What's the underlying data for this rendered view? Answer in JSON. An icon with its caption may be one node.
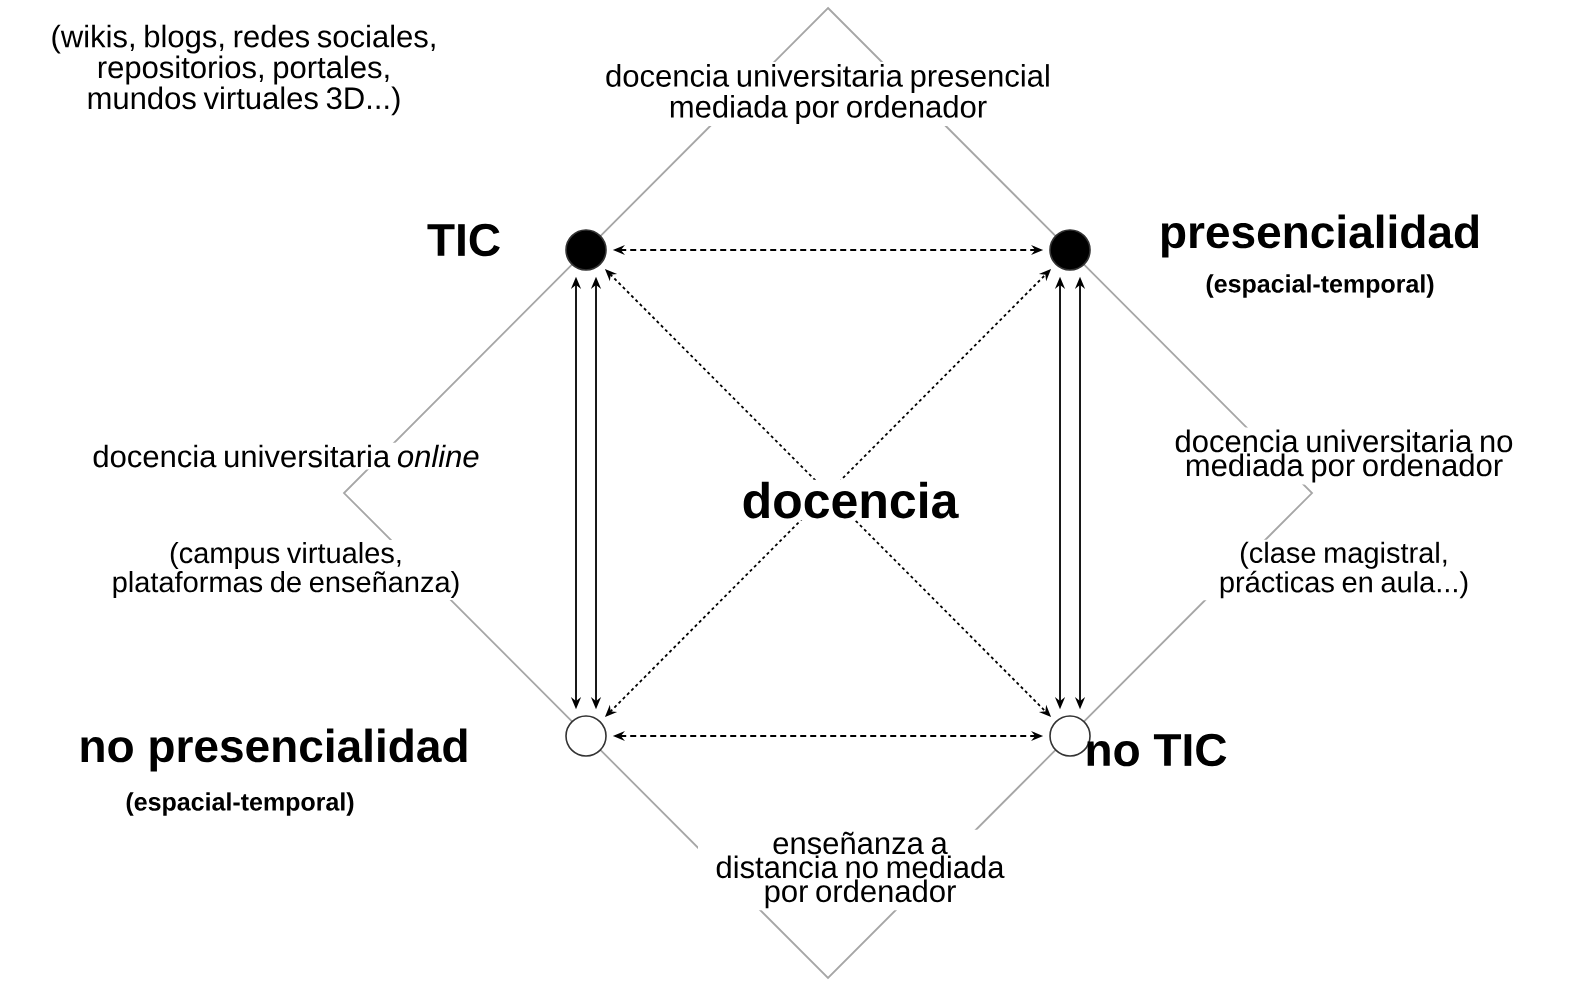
{
  "diagram": {
    "nodes": [
      {
        "text": [],
        "shape": "circle",
        "beside": [
          "TIC"
        ]
      },
      {
        "text": [],
        "shape": "circle",
        "beside": [
          "presencialidad",
          "(espacial-temporal)"
        ]
      },
      {
        "text": [],
        "shape": "circle",
        "beside": [
          "no presencialidad",
          "(espacial-temporal)"
        ]
      },
      {
        "text": [],
        "shape": "circle",
        "beside": [
          "no TIC"
        ]
      }
    ],
    "edges": [
      {
        "from": 0,
        "to": 1,
        "arrow": "both",
        "style": "dashed"
      },
      {
        "from": 0,
        "to": 3,
        "arrow": "both",
        "style": "dashed"
      },
      {
        "from": 2,
        "to": 1,
        "arrow": "both",
        "style": "dashed"
      },
      {
        "from": 0,
        "to": 2,
        "arrow": "both"
      },
      {
        "from": 0,
        "to": 2,
        "arrow": "both"
      },
      {
        "from": 1,
        "to": 3,
        "arrow": "both"
      },
      {
        "from": 1,
        "to": 3,
        "arrow": "both"
      },
      {
        "from": 2,
        "to": 3,
        "arrow": "both",
        "style": "dashed"
      }
    ],
    "labels": [
      "(wikis, blogs, redes sociales, repositorios, portales, mundos virtuales 3D...)",
      "docencia universitaria presencial mediada por ordenador",
      "docencia universitaria *online*",
      "(campus virtuales, plataformas de enseñanza)",
      "docencia",
      "docencia universitaria no mediada por ordenador",
      "(clase magistral, prácticas en aula...)",
      "enseñanza a distancia no mediada por ordenador"
    ]
  }
}
